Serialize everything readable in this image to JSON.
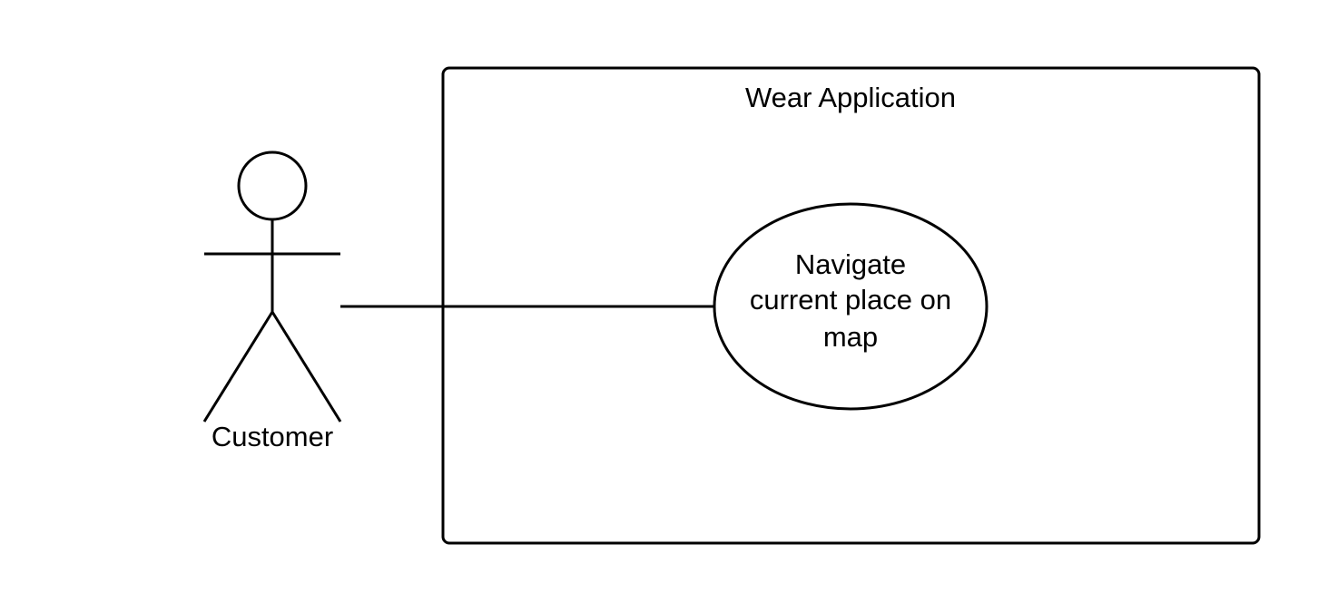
{
  "diagram": {
    "type": "use-case",
    "system": {
      "title": "Wear Application"
    },
    "actor": {
      "name": "Customer"
    },
    "use_case": {
      "lines": [
        "Navigate",
        "current place on",
        "map"
      ]
    },
    "associations": [
      {
        "from": "Customer",
        "to": "Navigate current place on map"
      }
    ]
  },
  "colors": {
    "stroke": "#000000",
    "background": "#ffffff"
  }
}
